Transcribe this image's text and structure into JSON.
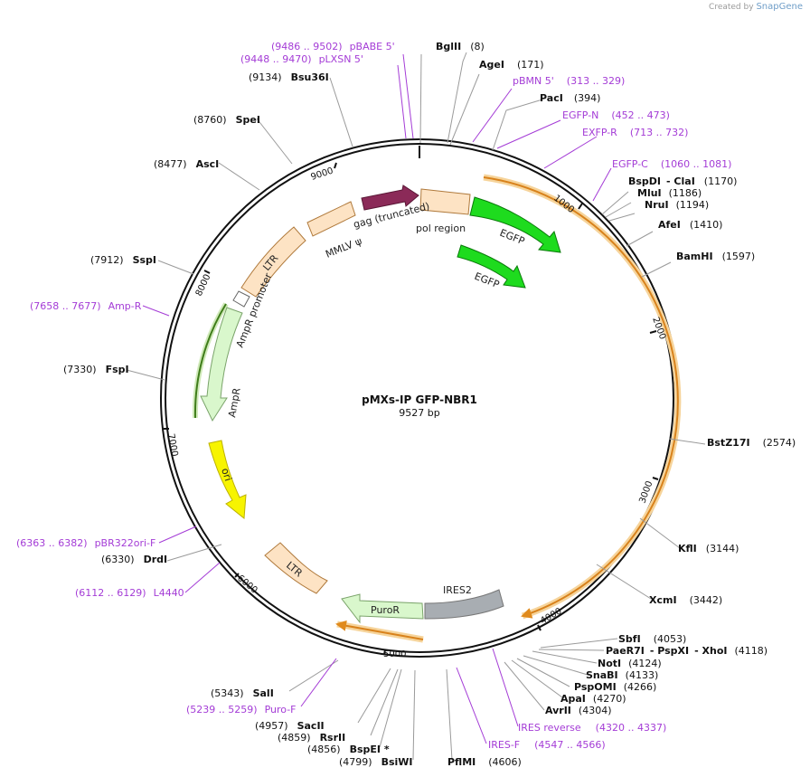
{
  "credit": {
    "prefix": "Created by",
    "brand": "SnapGene"
  },
  "plasmid": {
    "name": "pMXs-IP GFP-NBR1",
    "size": "9527 bp"
  },
  "ticks": [
    "9000",
    "1000",
    "2000",
    "3000",
    "4000",
    "5000",
    "6000",
    "7000",
    "8000"
  ],
  "enzymes": [
    {
      "name": "BglII",
      "pos": "(8)"
    },
    {
      "name": "AgeI",
      "pos": "(171)"
    },
    {
      "name": "PacI",
      "pos": "(394)"
    },
    {
      "name": "BspDI",
      "name2": "- ClaI",
      "pos": "(1170)"
    },
    {
      "name": "MluI",
      "pos": "(1186)"
    },
    {
      "name": "NruI",
      "pos": "(1194)"
    },
    {
      "name": "AfeI",
      "pos": "(1410)"
    },
    {
      "name": "BamHI",
      "pos": "(1597)"
    },
    {
      "name": "BstZ17I",
      "pos": "(2574)"
    },
    {
      "name": "KflI",
      "pos": "(3144)"
    },
    {
      "name": "XcmI",
      "pos": "(3442)"
    },
    {
      "name": "SbfI",
      "pos": "(4053)"
    },
    {
      "name": "PaeR7I",
      "name2": "- PspXI",
      "name3": "- XhoI",
      "pos": "(4118)"
    },
    {
      "name": "NotI",
      "pos": "(4124)"
    },
    {
      "name": "SnaBI",
      "pos": "(4133)"
    },
    {
      "name": "PspOMI",
      "pos": "(4266)"
    },
    {
      "name": "ApaI",
      "pos": "(4270)"
    },
    {
      "name": "AvrII",
      "pos": "(4304)"
    },
    {
      "name": "PflMI",
      "pos": "(4606)"
    },
    {
      "name": "BsiWI",
      "pos": "(4799)"
    },
    {
      "name": "BspEI *",
      "pos": "(4856)"
    },
    {
      "name": "RsrII",
      "pos": "(4859)"
    },
    {
      "name": "SacII",
      "pos": "(4957)"
    },
    {
      "name": "SalI",
      "pos": "(5343)"
    },
    {
      "name": "DrdI",
      "pos": "(6330)"
    },
    {
      "name": "FspI",
      "pos": "(7330)"
    },
    {
      "name": "SspI",
      "pos": "(7912)"
    },
    {
      "name": "AscI",
      "pos": "(8477)"
    },
    {
      "name": "SpeI",
      "pos": "(8760)"
    },
    {
      "name": "Bsu36I",
      "pos": "(9134)"
    }
  ],
  "primers": [
    {
      "range": "(9486 .. 9502)",
      "name": "pBABE 5'"
    },
    {
      "range": "(9448 .. 9470)",
      "name": "pLXSN 5'"
    },
    {
      "range": "(313 .. 329)",
      "name": "pBMN 5'"
    },
    {
      "range": "(452 .. 473)",
      "name": "EGFP-N"
    },
    {
      "range": "(713 .. 732)",
      "name": "EXFP-R"
    },
    {
      "range": "(1060 .. 1081)",
      "name": "EGFP-C"
    },
    {
      "range": "(4320 .. 4337)",
      "name": "IRES reverse"
    },
    {
      "range": "(4547 .. 4566)",
      "name": "IRES-F"
    },
    {
      "range": "(5239 .. 5259)",
      "name": "Puro-F"
    },
    {
      "range": "(6112 .. 6129)",
      "name": "L4440"
    },
    {
      "range": "(6363 .. 6382)",
      "name": "pBR322ori-F"
    },
    {
      "range": "(7658 .. 7677)",
      "name": "Amp-R"
    }
  ],
  "features": {
    "gag": "gag (truncated)",
    "pol": "pol region",
    "egfp1": "EGFP",
    "egfp2": "EGFP",
    "mmlv": "MMLV ψ",
    "ltr1": "LTR",
    "ampr_promoter": "AmpR promoter",
    "ampr": "AmpR",
    "ori": "ori",
    "ltr2": "LTR",
    "puror": "PuroR",
    "ires2": "IRES2"
  },
  "colors": {
    "primer": "#a43cd6",
    "egfp": "#1edb1e",
    "ltr": "#fde3c4",
    "gag": "#8b2a58",
    "ires": "#a8adb2",
    "puror": "#d9f7cc",
    "ori": "#f7f400",
    "orf": "#e49b2f"
  }
}
